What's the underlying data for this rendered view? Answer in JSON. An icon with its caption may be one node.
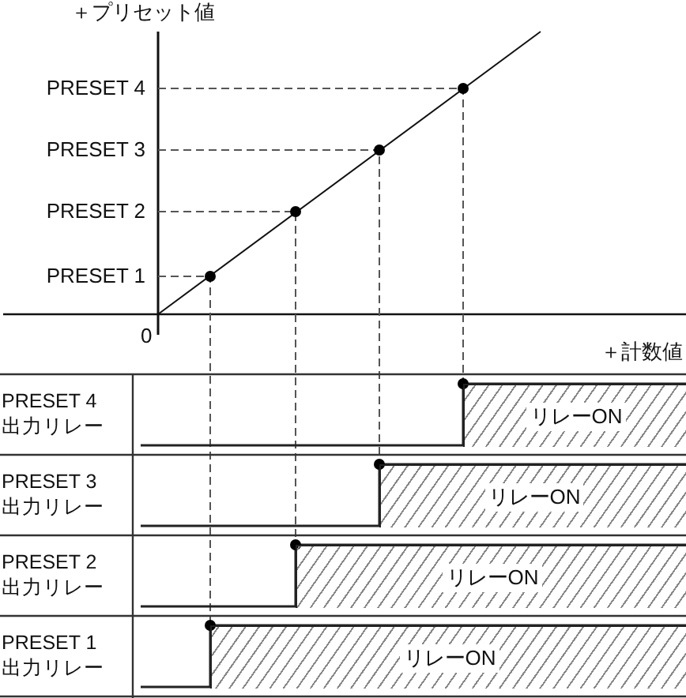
{
  "diagram": {
    "nodes": [
      {
        "text": [
          "リレーON"
        ]
      },
      {
        "text": [
          "リレーON"
        ]
      },
      {
        "text": [
          "リレーON"
        ]
      },
      {
        "text": [
          "リレーON"
        ]
      },
      {
        "text": [
          "PRESET 4"
        ]
      },
      {
        "text": [
          "PRESET 3"
        ]
      },
      {
        "text": [
          "PRESET 2"
        ]
      },
      {
        "text": [
          "PRESET 1"
        ]
      }
    ],
    "edges": [
      {
        "from": 4,
        "to": 0,
        "arrow": "none",
        "style": "dashed"
      },
      {
        "from": 5,
        "to": 1,
        "arrow": "none",
        "style": "dashed"
      },
      {
        "from": 6,
        "to": 2,
        "arrow": "none",
        "style": "dashed"
      },
      {
        "from": 7,
        "to": 3,
        "arrow": "none",
        "style": "dashed"
      }
    ],
    "labels": [
      "＋プリセット値",
      "0",
      "＋計数値",
      "PRESET 4 出力リレー",
      "PRESET 3 出力リレー",
      "PRESET 2 出力リレー",
      "PRESET 1 出力リレー"
    ]
  }
}
